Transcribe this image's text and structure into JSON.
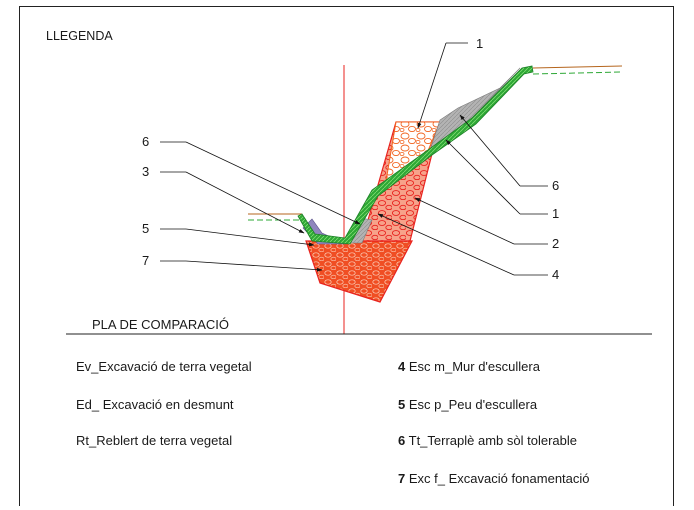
{
  "title": "LLEGENDA",
  "reference_plane": "PLA DE COMPARACIÓ",
  "callout_labels": {
    "top": "1",
    "left_6": "6",
    "left_3": "3",
    "left_5": "5",
    "left_7": "7",
    "right_6": "6",
    "right_1": "1",
    "right_2": "2",
    "right_4": "4"
  },
  "legend_left": [
    "Ev_Excavació de terra vegetal",
    "Ed_ Excavació en desmunt",
    "Rt_Reblert de terra vegetal"
  ],
  "legend_right": [
    {
      "num": "4",
      "text": "Esc m_Mur d'escullera"
    },
    {
      "num": "5",
      "text": "Esc p_Peu d'escullera"
    },
    {
      "num": "6",
      "text": "Tt_Terraplè amb sòl tolerable"
    },
    {
      "num": "7",
      "text": "Exc f_ Excavació fonamentació"
    }
  ],
  "colors": {
    "orange": "#f26522",
    "red": "#e8231f",
    "green": "#2ea836",
    "green_light": "#7ed957",
    "grey": "#a8a8a8",
    "purple": "#8f86bd",
    "brown": "#b5651d",
    "axis": "#e8231f"
  }
}
